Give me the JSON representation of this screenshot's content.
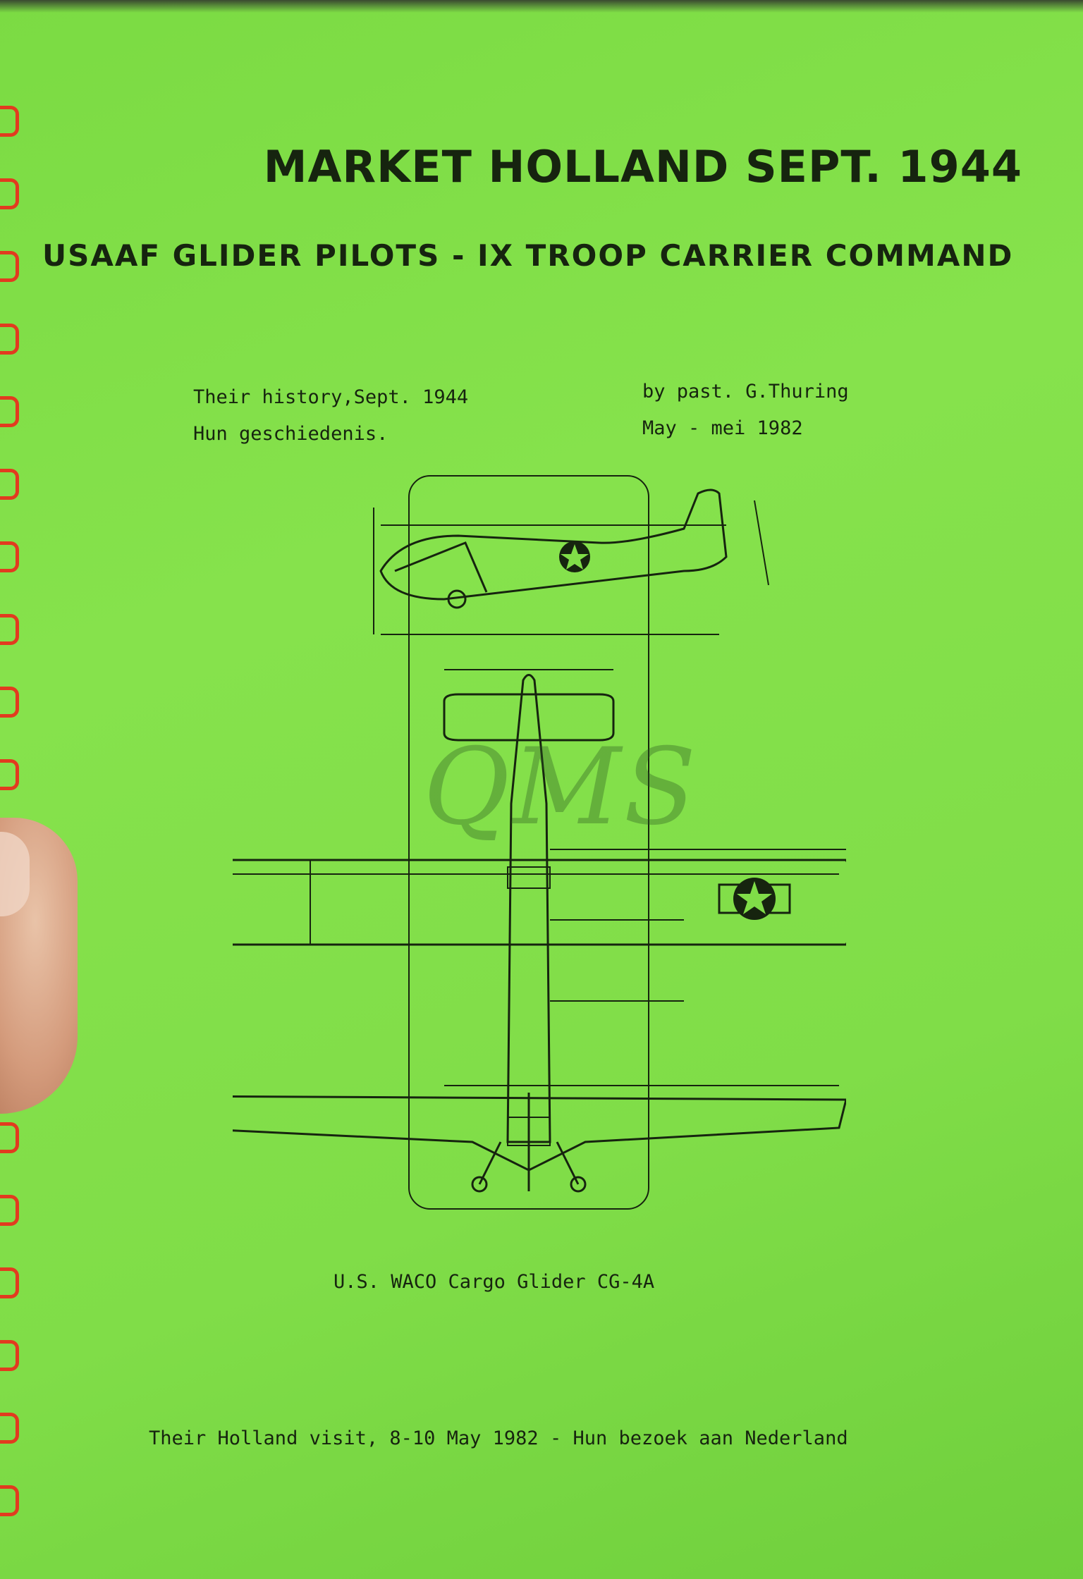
{
  "document": {
    "title": "MARKET HOLLAND SEPT. 1944",
    "subtitle": "USAAF GLIDER PILOTS - IX TROOP CARRIER COMMAND",
    "history_en": "Their history,Sept. 1944",
    "history_nl": "Hun geschiedenis.",
    "author": "by past. G.Thuring",
    "date": "May - mei 1982",
    "caption": "U.S. WACO Cargo Glider CG-4A",
    "footer": "Their Holland visit, 8-10 May 1982 - Hun bezoek aan Nederland",
    "watermark": "QMS"
  },
  "colors": {
    "paper": "#80dd48",
    "ink": "#16240f",
    "binding": "#e23b1f"
  },
  "icons": [
    "waco-cg4a-glider-three-view-drawing",
    "us-star-roundel-icon"
  ]
}
